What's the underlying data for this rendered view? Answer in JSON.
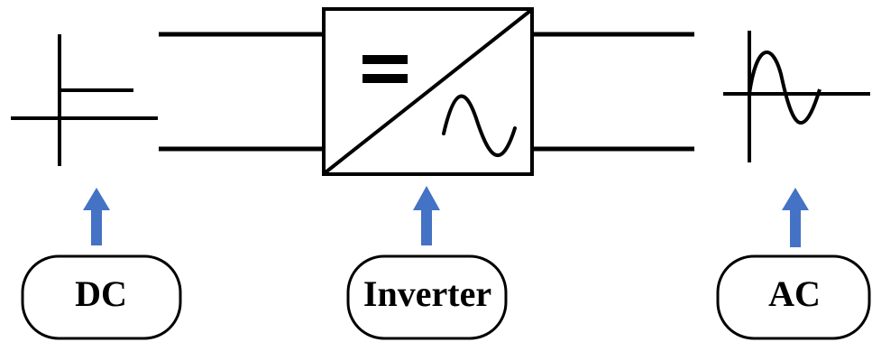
{
  "labels": {
    "dc": "DC",
    "inverter": "Inverter",
    "ac": "AC"
  },
  "colors": {
    "line": "#000000",
    "arrow": "#4472C4",
    "background": "#ffffff"
  }
}
